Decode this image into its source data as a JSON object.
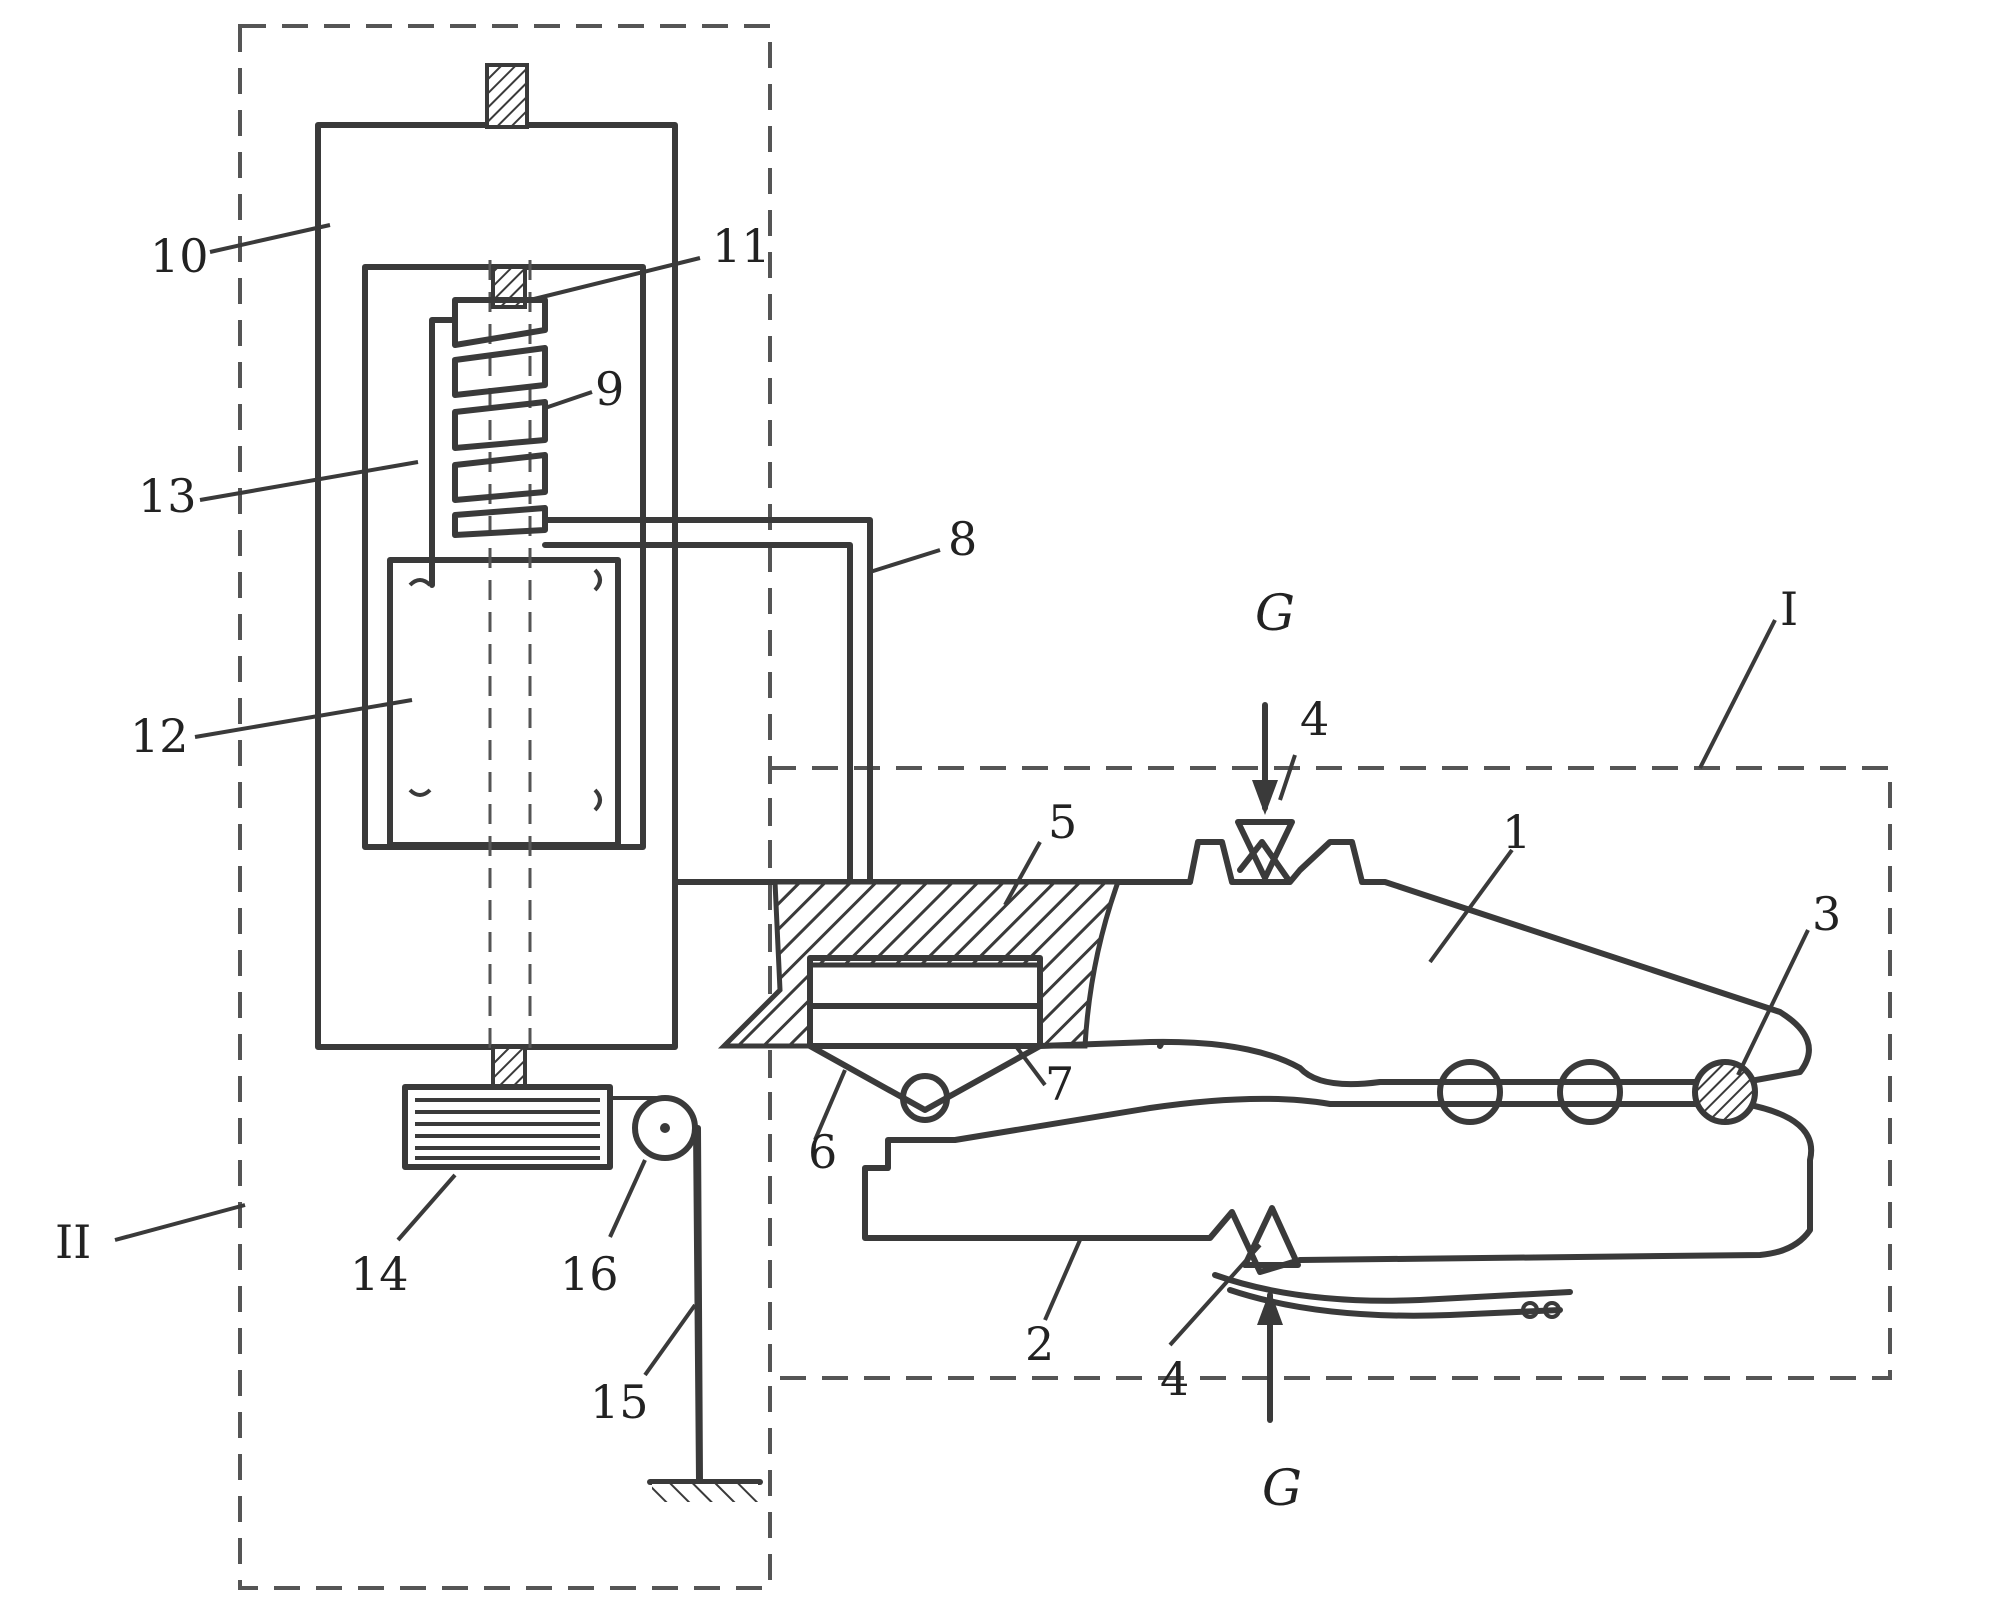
{
  "labels": {
    "n1": "1",
    "n2": "2",
    "n3": "3",
    "n4_top": "4",
    "n4_bottom": "4",
    "n5": "5",
    "n6": "6",
    "n7": "7",
    "n8": "8",
    "n9": "9",
    "n10": "10",
    "n11": "11",
    "n12": "12",
    "n13": "13",
    "n14": "14",
    "n15": "15",
    "n16": "16",
    "force_top": "G",
    "force_bottom": "G",
    "region_I": "I",
    "region_II": "II"
  },
  "colors": {
    "line": "#3a3a3a",
    "dash": "#555555",
    "background": "#ffffff"
  }
}
